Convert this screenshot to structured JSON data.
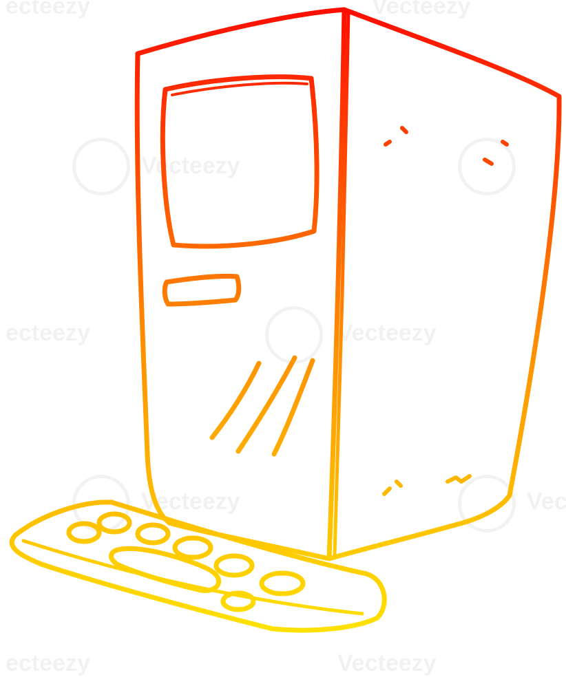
{
  "illustration": {
    "subject": "cartoon desktop computer tower with keyboard",
    "style": "line drawing",
    "gradient_colors": {
      "top": "#ff0a00",
      "middle": "#ff8c00",
      "bottom": "#ffee00"
    }
  },
  "watermark": {
    "text": "Vecteezy",
    "partial_text": "ecteezy"
  }
}
